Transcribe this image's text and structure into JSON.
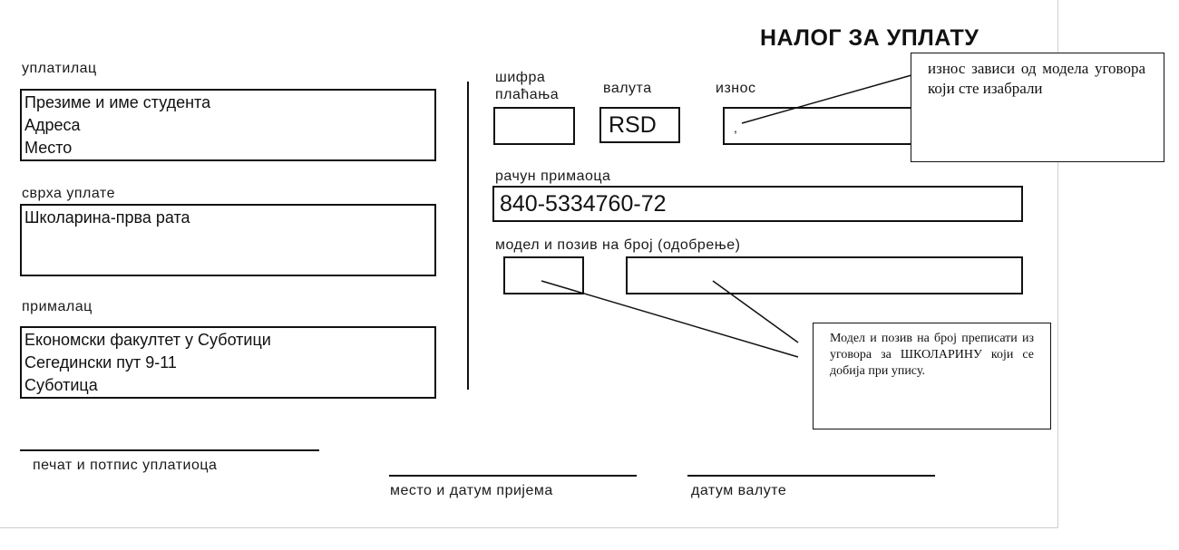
{
  "form": {
    "title": "НАЛОГ ЗА УПЛАТУ",
    "payer": {
      "label": "уплатилац",
      "lines": [
        "Презиме и име студента",
        "Адреса",
        "Место"
      ]
    },
    "purpose": {
      "label": "сврха уплате",
      "lines": [
        "Школарина-прва рата"
      ]
    },
    "recipient": {
      "label": "прималац",
      "lines": [
        "Економски факултет у Суботици",
        "Сегедински пут 9-11",
        "Суботица"
      ]
    },
    "payment_code": {
      "label_line1": "шифра",
      "label_line2": "плаћања",
      "value": ""
    },
    "currency": {
      "label": "валута",
      "value": "RSD"
    },
    "amount": {
      "label": "износ",
      "value": ","
    },
    "account": {
      "label": "рачун примаоца",
      "value": "840-5334760-72"
    },
    "reference": {
      "label": "модел и позив на број (одобрење)",
      "model": "",
      "number": ""
    },
    "footer": {
      "signature": "печат и потпис уплатиоца",
      "place_date": "место и датум пријема",
      "value_date": "датум валуте"
    }
  },
  "callouts": {
    "amount_note": "износ зависи од модела уговора који сте изабрали",
    "reference_note": "Модел и позив на број преписати из уговора за ШКОЛАРИНУ који се добија при упису."
  }
}
